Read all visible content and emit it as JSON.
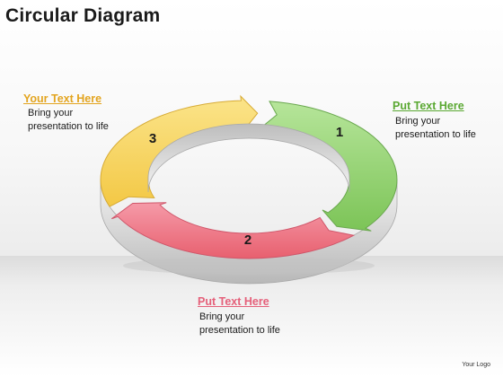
{
  "title": "Circular Diagram",
  "colors": {
    "green": "#92d46e",
    "red": "#ef6f81",
    "yellow": "#f9d45a",
    "heading_yellow": "#e3a520",
    "heading_green": "#5aa832",
    "heading_red": "#e5607a"
  },
  "segments": [
    {
      "number": "1",
      "color": "green"
    },
    {
      "number": "2",
      "color": "red"
    },
    {
      "number": "3",
      "color": "yellow"
    }
  ],
  "callouts": {
    "left": {
      "heading": "Your Text Here",
      "line1": "Bring your",
      "line2": "presentation to life"
    },
    "right": {
      "heading": "Put Text Here",
      "line1": "Bring your",
      "line2": "presentation to life"
    },
    "bottom": {
      "heading": "Put Text Here",
      "line1": "Bring your",
      "line2": "presentation to life"
    }
  },
  "footer": {
    "logo": "Your Logo"
  }
}
